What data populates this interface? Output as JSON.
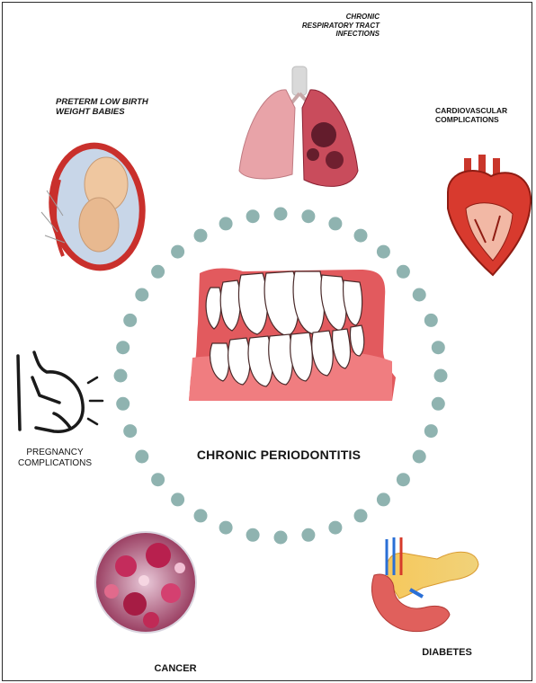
{
  "center": {
    "label": "CHRONIC PERIODONTITIS"
  },
  "conditions": {
    "respiratory": [
      "CHRONIC",
      "RESPIRATORY TRACT",
      "INFECTIONS"
    ],
    "preterm": [
      "PRETERM LOW BIRTH",
      "WEIGHT BABIES"
    ],
    "cardiovascular": [
      "CARDIOVASCULAR",
      "COMPLICATIONS"
    ],
    "pregnancy": [
      "PREGNANCY",
      "COMPLICATIONS"
    ],
    "diabetes": "DIABETES",
    "cancer": "CANCER"
  },
  "colors": {
    "dots": "#8fb3b0",
    "gum": "#e25a5e",
    "tooth": "#ffffff",
    "organ_red": "#d83a2e"
  },
  "icons": [
    "lungs-icon",
    "fetus-in-womb-icon",
    "heart-icon",
    "pregnant-woman-icon",
    "pancreas-icon",
    "cancer-cells-icon",
    "teeth-icon"
  ]
}
